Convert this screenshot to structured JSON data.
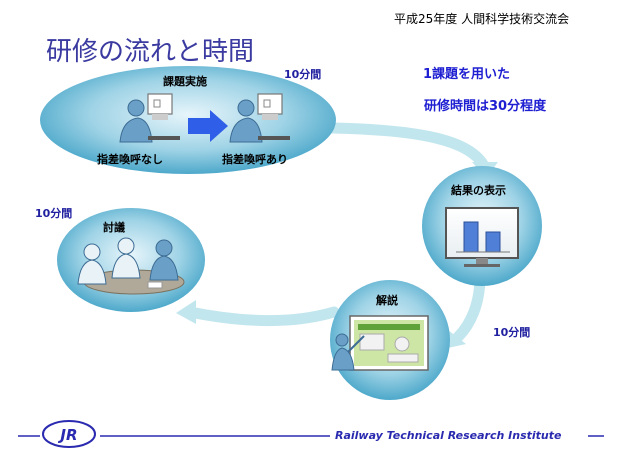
{
  "header": {
    "org": "平成25年度 人間科学技術交流会"
  },
  "title": "研修の流れと時間",
  "steps": {
    "task": {
      "label": "課題実施",
      "time": "10分間",
      "left_label": "指差喚呼なし",
      "right_label": "指差喚呼あり"
    },
    "result": {
      "label": "結果の表示"
    },
    "explain": {
      "label": "解説",
      "time": "10分間"
    },
    "discuss": {
      "label": "討議",
      "time": "10分間"
    }
  },
  "note": {
    "line1": "1課題を用いた",
    "line2": "研修時間は30分程度"
  },
  "footer": {
    "text": "Railway Technical Research Institute",
    "logo": "JR"
  },
  "colors": {
    "title": "#3a3aa0",
    "ellipse": "#3da3c8",
    "arrow": "#bfe4ec",
    "accent_arrow": "#2f5fe8",
    "note": "#1e1ed2"
  }
}
